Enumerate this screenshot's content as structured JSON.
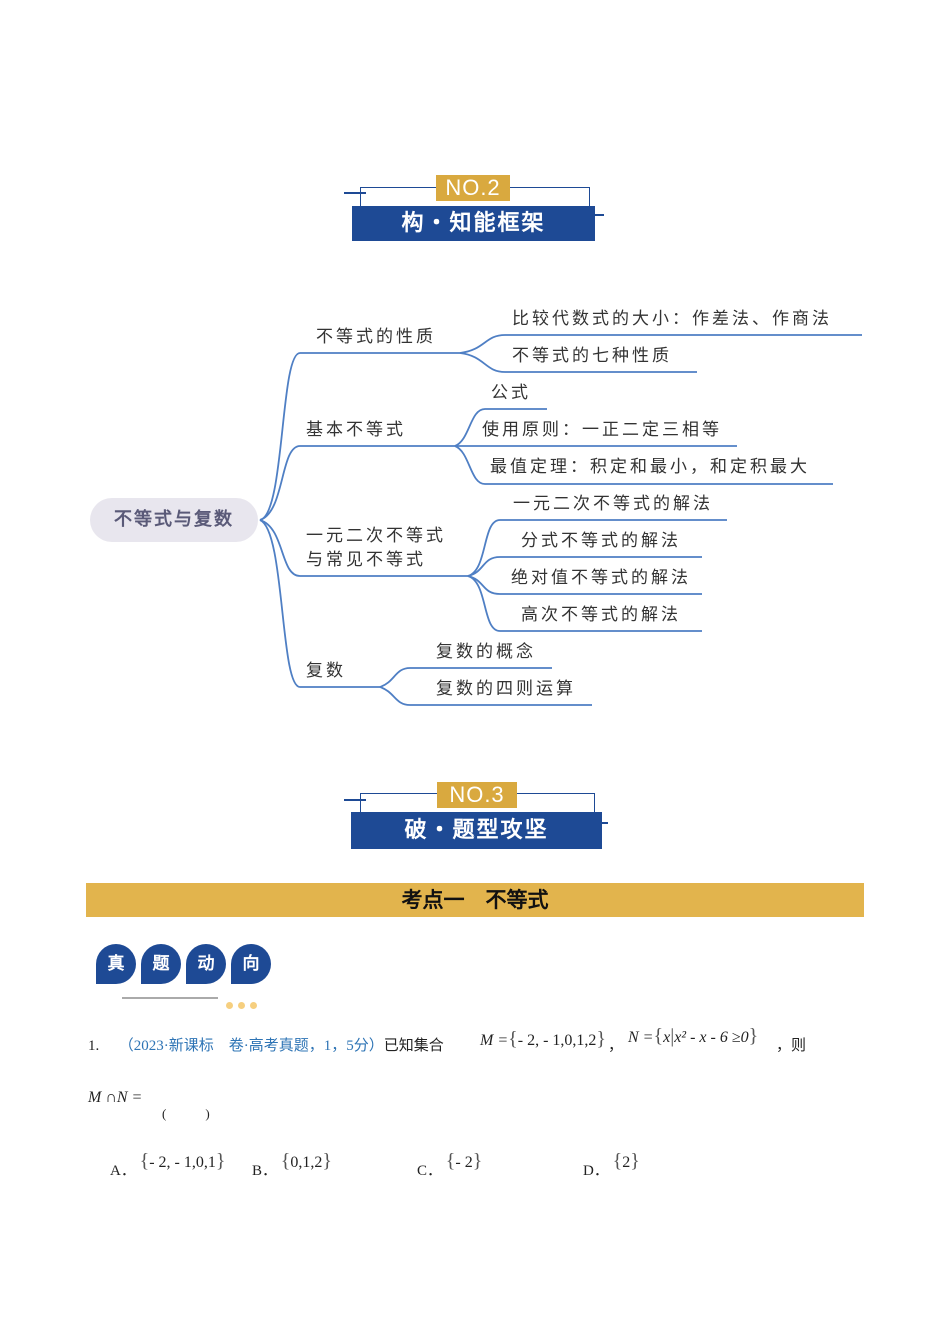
{
  "section2": {
    "number": "NO.2",
    "title": "构・知能框架"
  },
  "mindmap": {
    "root": "不等式与复数",
    "branches": [
      {
        "label": "不等式的性质",
        "leaves": [
          "比较代数式的大小：作差法、作商法",
          "不等式的七种性质"
        ]
      },
      {
        "label": "基本不等式",
        "leaves": [
          "公式",
          "使用原则：一正二定三相等",
          "最值定理：积定和最小，和定积最大"
        ]
      },
      {
        "label_line1": "一元二次不等式",
        "label_line2": "与常见不等式",
        "leaves": [
          "一元二次不等式的解法",
          "分式不等式的解法",
          "绝对值不等式的解法",
          "高次不等式的解法"
        ]
      },
      {
        "label": "复数",
        "leaves": [
          "复数的概念",
          "复数的四则运算"
        ]
      }
    ],
    "line_color": "#4f7fc4"
  },
  "section3": {
    "number": "NO.3",
    "title": "破・题型攻坚"
  },
  "topic": {
    "title": "考点一　不等式"
  },
  "badge": {
    "chars": [
      "真",
      "题",
      "动",
      "向"
    ]
  },
  "question": {
    "number": "1.",
    "source": "（2023·新课标　卷·高考真题，1，5分）",
    "stem_prefix": "已知集合",
    "set_M_lhs": "M =",
    "set_M": "- 2, - 1,0,1,2",
    "comma1": "，",
    "set_N_lhs": "N =",
    "set_N_var": "x",
    "set_N_cond": "x² - x - 6 ≥0",
    "stem_suffix": "，则",
    "line2": "M ∩N =",
    "paren": "(　　　)",
    "options": [
      {
        "label": "A．",
        "value": "- 2, - 1,0,1"
      },
      {
        "label": "B．",
        "value": "0,1,2"
      },
      {
        "label": "C．",
        "value": "- 2"
      },
      {
        "label": "D．",
        "value": "2"
      }
    ]
  },
  "colors": {
    "brand_blue": "#1e4a95",
    "gold": "#d9a93f",
    "topic_bar": "#e2b44d",
    "source_blue": "#2e74b5"
  }
}
